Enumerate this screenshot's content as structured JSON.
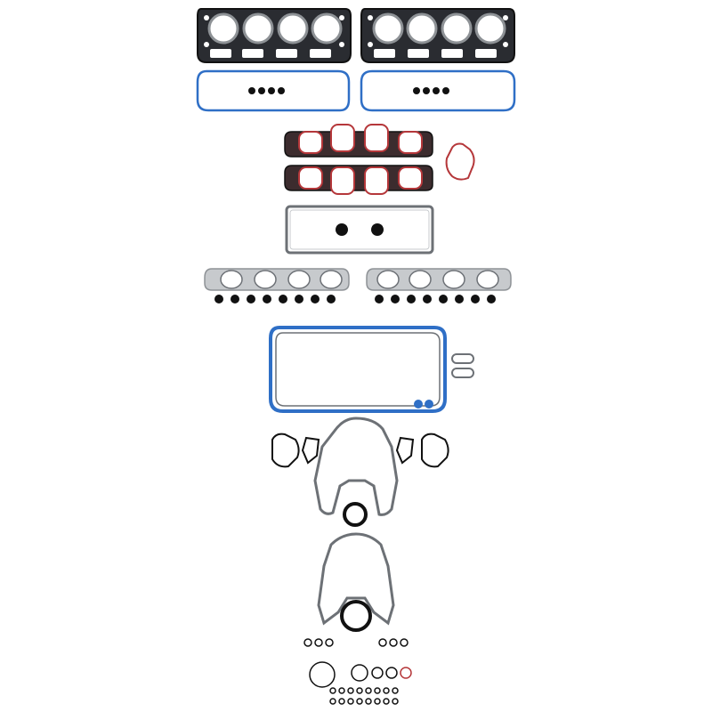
{
  "image": {
    "subject": "engine-gasket-set",
    "background": "#ffffff"
  },
  "colors": {
    "graphite": "#1d1f24",
    "graphite_face": "#2a2c31",
    "steel": "#8e9296",
    "steel_light": "#c7cacd",
    "blue_seal": "#2f6fc6",
    "red_seal": "#b5373a",
    "maroon_body": "#3c2c2e",
    "seal_black": "#111111",
    "gray_outline": "#6d7176"
  },
  "parts": {
    "head_gaskets": 2,
    "valve_cover_gaskets": 2,
    "intake_manifold_gaskets": 2,
    "exhaust_manifold_gaskets": 2,
    "valve_stem_seals": 16,
    "oil_pan_gasket": 1,
    "timing_cover_gaskets": 2,
    "crankshaft_seals": 2
  }
}
